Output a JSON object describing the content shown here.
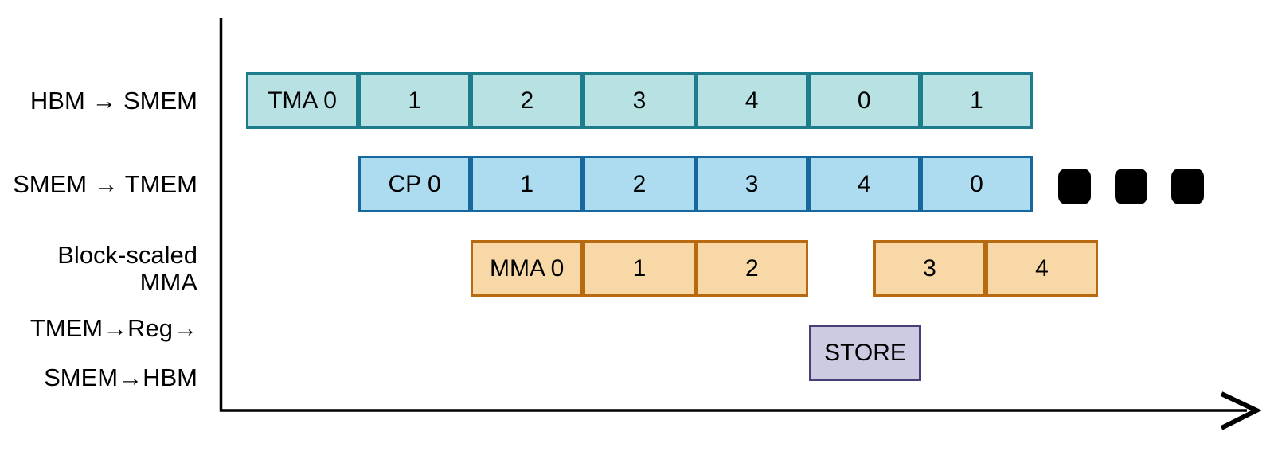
{
  "diagram": {
    "rows": [
      {
        "label": "HBM → SMEM",
        "segments": [
          "TMA 0",
          "1",
          "2",
          "3",
          "4",
          "0",
          "1"
        ],
        "fill": "#b7e1e3",
        "border": "#1d7d8c"
      },
      {
        "label": "SMEM → TMEM",
        "segments": [
          "CP 0",
          "1",
          "2",
          "3",
          "4",
          "0"
        ],
        "ellipsis_squares": 3,
        "fill": "#addbf0",
        "border": "#16689e"
      },
      {
        "label": "Block-scaled MMA",
        "groups": [
          [
            "MMA 0",
            "1",
            "2"
          ],
          [
            "3",
            "4"
          ]
        ],
        "fill": "#f9d8a7",
        "border": "#b76a10"
      },
      {
        "label_line1": "TMEM→Reg→",
        "label_line2": "SMEM→HBM",
        "segments": [
          "STORE"
        ],
        "fill": "#cdcbe2",
        "border": "#454078"
      }
    ],
    "axis_color": "#000000",
    "ellipsis_color": "#000000"
  }
}
